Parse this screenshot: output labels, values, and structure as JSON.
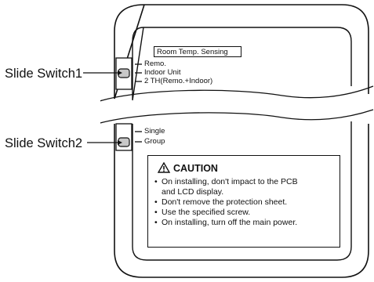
{
  "callouts": {
    "switch1": "Slide Switch1",
    "switch2": "Slide Switch2"
  },
  "switch1": {
    "header": "Room Temp. Sensing",
    "options": [
      "Remo.",
      "Indoor Unit",
      "2 TH(Remo.+Indoor)"
    ]
  },
  "switch2": {
    "options": [
      "Single",
      "Group"
    ]
  },
  "caution": {
    "icon": "warning-triangle-icon",
    "title": "CAUTION",
    "items": [
      "On installing, don't impact to the PCB",
      "and LCD display.",
      "Don't remove the protection sheet.",
      "Use the specified screw.",
      "On installing, turn off the main power."
    ]
  }
}
